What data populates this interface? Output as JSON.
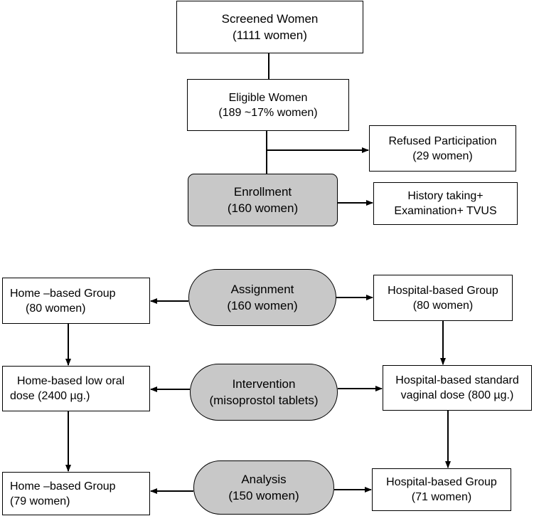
{
  "screened": {
    "title": "Screened Women",
    "count": "(1111 women)"
  },
  "eligible": {
    "title": "Eligible Women",
    "count": "(189 ~17% women)"
  },
  "refused": {
    "title": "Refused Participation",
    "count": "(29 women)"
  },
  "enrollment": {
    "title": "Enrollment",
    "count": "(160 women)"
  },
  "history": {
    "line1": "History taking+",
    "line2": "Examination+ TVUS"
  },
  "assignment": {
    "title": "Assignment",
    "count": "(160 women)"
  },
  "home_group": {
    "title": "Home –based Group",
    "count": "(80 women)"
  },
  "hospital_group": {
    "title": "Hospital-based Group",
    "count": "(80 women)"
  },
  "intervention": {
    "title": "Intervention",
    "detail": "(misoprostol tablets)"
  },
  "home_dose": {
    "line1": "Home-based low oral",
    "line2": "dose (2400 µg.)"
  },
  "hospital_dose": {
    "line1": "Hospital-based standard",
    "line2": "vaginal dose (800 µg.)"
  },
  "analysis": {
    "title": "Analysis",
    "count": "(150 women)"
  },
  "home_analysis": {
    "title": "Home –based Group",
    "count": "(79 women)"
  },
  "hospital_analysis": {
    "title": "Hospital-based Group",
    "count": "(71 women)"
  }
}
